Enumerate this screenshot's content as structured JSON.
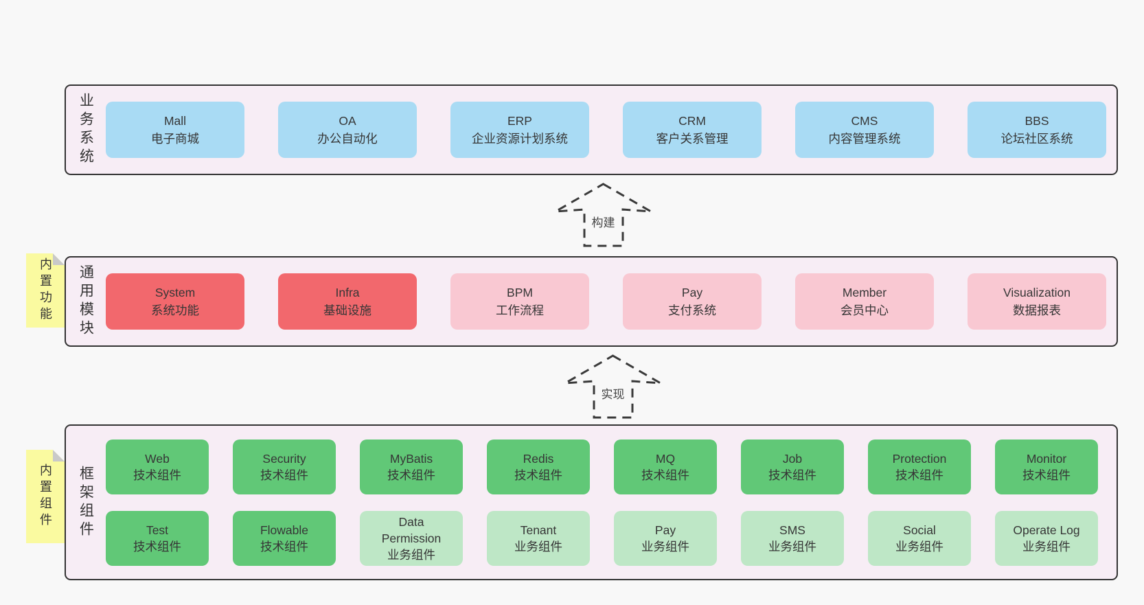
{
  "colors": {
    "page_bg": "#f8f8f8",
    "panel_bg": "#f7edf5",
    "panel_border": "#333333",
    "blue": "#a9dbf4",
    "red": "#f2686d",
    "pink": "#f9c8d2",
    "green_dark": "#61c877",
    "green_light": "#bee7c6",
    "sticky_yellow": "#fafaa0",
    "sticky_fold": "#c9c9c9"
  },
  "arrows": [
    {
      "label": "构建"
    },
    {
      "label": "实现"
    }
  ],
  "stickies": [
    {
      "label": "内置功能"
    },
    {
      "label": "内置组件"
    }
  ],
  "panels": {
    "business": {
      "label": "业务系统",
      "items": [
        {
          "en": "Mall",
          "zh": "电子商城",
          "variant": "blue"
        },
        {
          "en": "OA",
          "zh": "办公自动化",
          "variant": "blue"
        },
        {
          "en": "ERP",
          "zh": "企业资源计划系统",
          "variant": "blue"
        },
        {
          "en": "CRM",
          "zh": "客户关系管理",
          "variant": "blue"
        },
        {
          "en": "CMS",
          "zh": "内容管理系统",
          "variant": "blue"
        },
        {
          "en": "BBS",
          "zh": "论坛社区系统",
          "variant": "blue"
        }
      ]
    },
    "modules": {
      "label": "通用模块",
      "items": [
        {
          "en": "System",
          "zh": "系统功能",
          "variant": "red"
        },
        {
          "en": "Infra",
          "zh": "基础设施",
          "variant": "red"
        },
        {
          "en": "BPM",
          "zh": "工作流程",
          "variant": "pink"
        },
        {
          "en": "Pay",
          "zh": "支付系统",
          "variant": "pink"
        },
        {
          "en": "Member",
          "zh": "会员中心",
          "variant": "pink"
        },
        {
          "en": "Visualization",
          "zh": "数据报表",
          "variant": "pink"
        }
      ]
    },
    "components": {
      "label": "框架组件",
      "rows": [
        [
          {
            "en": "Web",
            "zh": "技术组件",
            "variant": "green-dark"
          },
          {
            "en": "Security",
            "zh": "技术组件",
            "variant": "green-dark"
          },
          {
            "en": "MyBatis",
            "zh": "技术组件",
            "variant": "green-dark"
          },
          {
            "en": "Redis",
            "zh": "技术组件",
            "variant": "green-dark"
          },
          {
            "en": "MQ",
            "zh": "技术组件",
            "variant": "green-dark"
          },
          {
            "en": "Job",
            "zh": "技术组件",
            "variant": "green-dark"
          },
          {
            "en": "Protection",
            "zh": "技术组件",
            "variant": "green-dark"
          },
          {
            "en": "Monitor",
            "zh": "技术组件",
            "variant": "green-dark"
          }
        ],
        [
          {
            "en": "Test",
            "zh": "技术组件",
            "variant": "green-dark"
          },
          {
            "en": "Flowable",
            "zh": "技术组件",
            "variant": "green-dark"
          },
          {
            "en": "Data Permission",
            "zh": "业务组件",
            "variant": "green-light"
          },
          {
            "en": "Tenant",
            "zh": "业务组件",
            "variant": "green-light"
          },
          {
            "en": "Pay",
            "zh": "业务组件",
            "variant": "green-light"
          },
          {
            "en": "SMS",
            "zh": "业务组件",
            "variant": "green-light"
          },
          {
            "en": "Social",
            "zh": "业务组件",
            "variant": "green-light"
          },
          {
            "en": "Operate Log",
            "zh": "业务组件",
            "variant": "green-light"
          }
        ]
      ]
    }
  }
}
